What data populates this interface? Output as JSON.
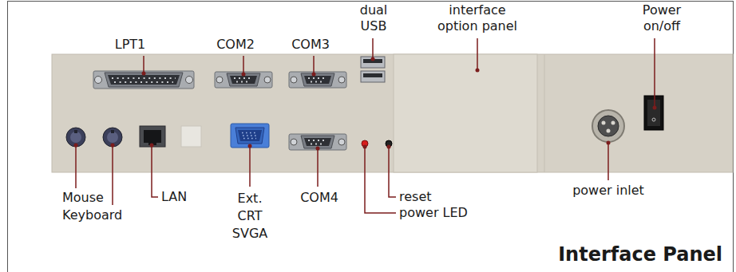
{
  "diagram": {
    "title": "Interface Panel",
    "labels": [
      "LPT1",
      "COM2",
      "COM3",
      "dual USB",
      "interface option panel",
      "Power on/off",
      "Mouse",
      "Keyboard",
      "LAN",
      "Ext. CRT SVGA",
      "COM4",
      "reset",
      "power LED",
      "power inlet"
    ]
  }
}
